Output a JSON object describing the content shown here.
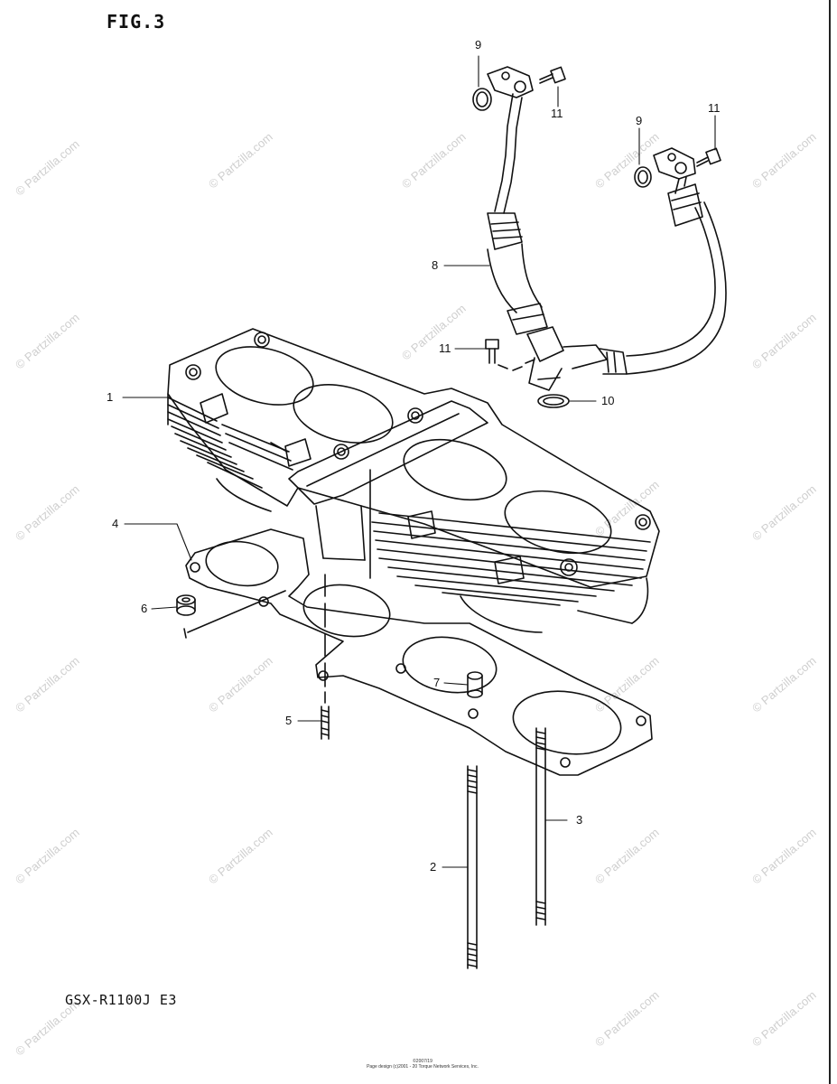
{
  "figure_title": "FIG.3",
  "model_label": "GSX-R1100J E3",
  "footer_line1": "©2007/19",
  "footer_line2": "Page design (c)2001 - 20 Torque Network Services, Inc.",
  "watermark_text": "© Partzilla.com",
  "callouts": {
    "c1": "1",
    "c2": "2",
    "c3": "3",
    "c4": "4",
    "c5": "5",
    "c6": "6",
    "c7": "7",
    "c8": "8",
    "c9a": "9",
    "c9b": "9",
    "c10": "10",
    "c11a": "11",
    "c11b": "11",
    "c11c": "11"
  }
}
